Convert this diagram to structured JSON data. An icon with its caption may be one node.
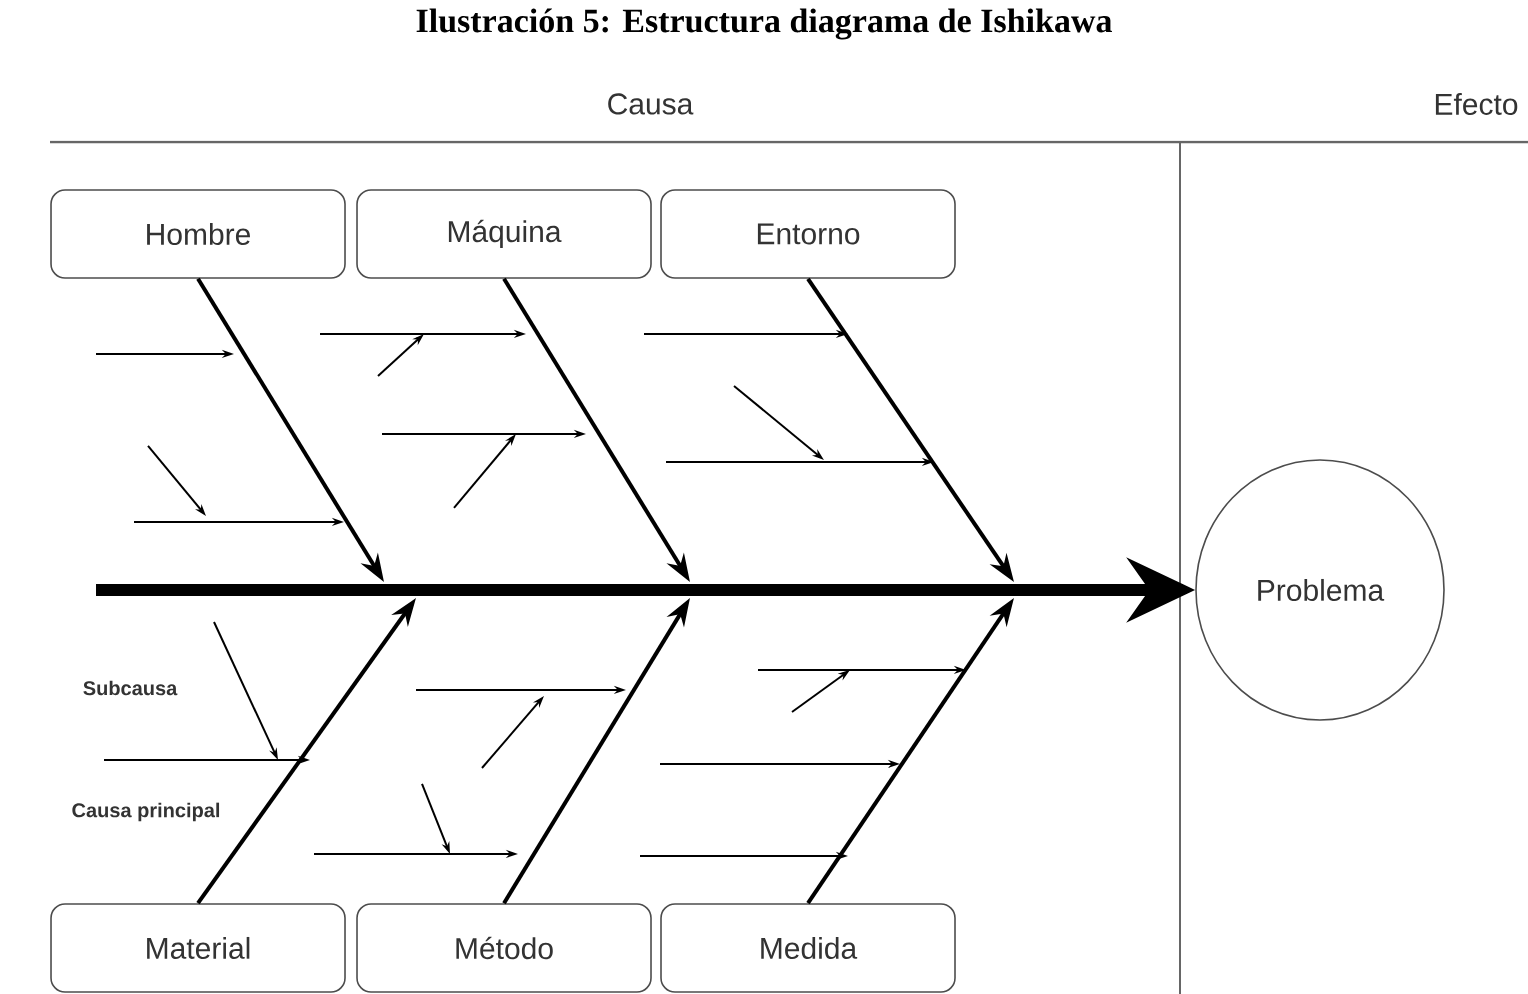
{
  "diagram": {
    "title": "Ilustración 5: Estructura diagrama de Ishikawa",
    "nodes": [
      {
        "text": [
          "Hombre"
        ]
      },
      {
        "text": [
          "Máquina"
        ]
      },
      {
        "text": [
          "Entorno"
        ]
      },
      {
        "text": [
          "Material"
        ]
      },
      {
        "text": [
          "Método"
        ]
      },
      {
        "text": [
          "Medida"
        ]
      },
      {
        "text": [
          "Problema"
        ]
      }
    ],
    "edges": [
      {
        "from": 0,
        "to": null,
        "arrow": "to"
      },
      {
        "from": 1,
        "to": null,
        "arrow": "to"
      },
      {
        "from": 2,
        "to": null,
        "arrow": "to"
      },
      {
        "from": 3,
        "to": null,
        "arrow": "to"
      },
      {
        "from": 4,
        "to": null,
        "arrow": "to"
      },
      {
        "from": 5,
        "to": null,
        "arrow": "to"
      },
      {
        "from": null,
        "to": 6,
        "arrow": "to",
        "style": "thick"
      }
    ],
    "labels": [
      "Causa",
      "Efecto",
      "Subcausa",
      "Causa principal"
    ]
  }
}
